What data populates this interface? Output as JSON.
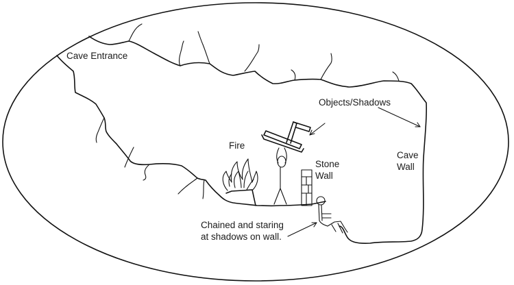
{
  "title": "Allegory of the Cave diagram",
  "colors": {
    "ink": "#111111",
    "background": "#ffffff",
    "text": "#1a1a1a"
  },
  "labels": {
    "cave_entrance": "Cave Entrance",
    "objects_shadows": "Objects/Shadows",
    "fire": "Fire",
    "stone_wall_line1": "Stone",
    "stone_wall_line2": "Wall",
    "cave_wall_line1": "Cave",
    "cave_wall_line2": "Wall",
    "prisoner_line1": "Chained and staring",
    "prisoner_line2": "at shadows on wall."
  }
}
